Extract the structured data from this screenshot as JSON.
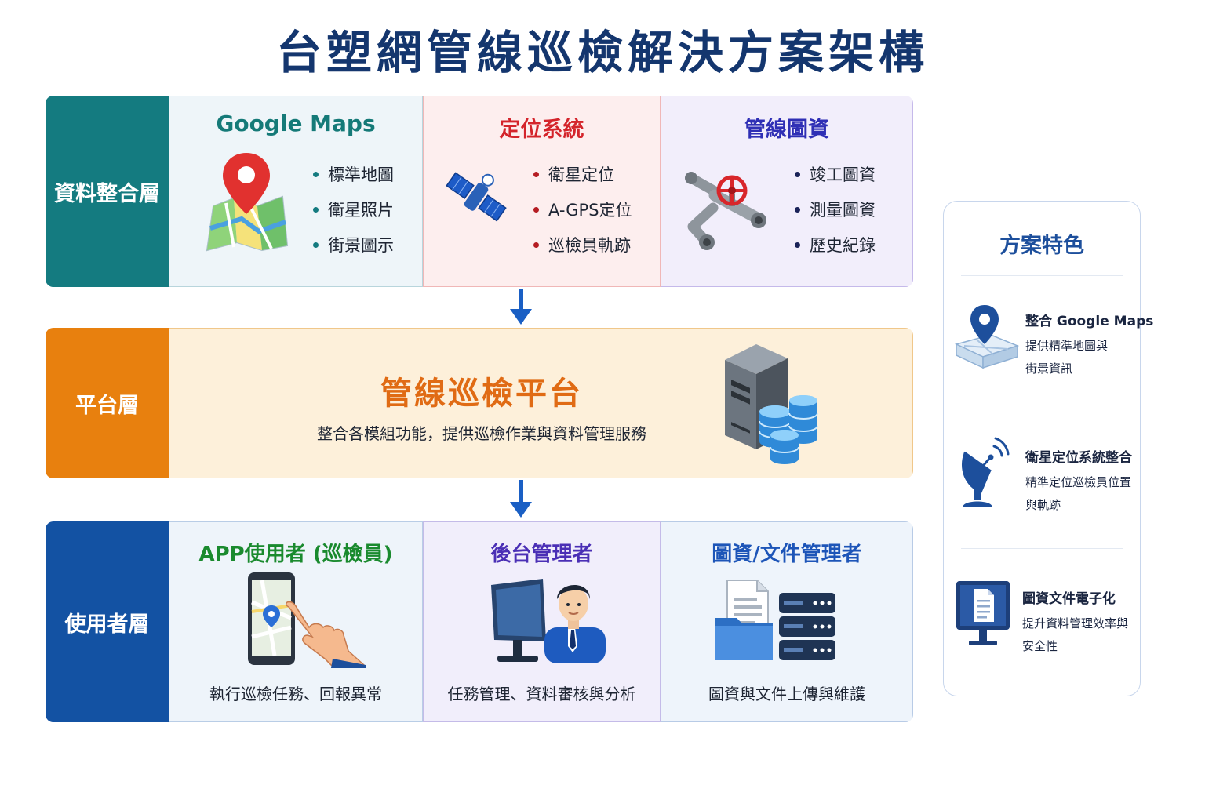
{
  "title": "台塑網管線巡檢解決方案架構",
  "layers": {
    "data": {
      "label": "資料整合層",
      "color": "#147b80",
      "panels": [
        {
          "title": "Google Maps",
          "icon": "map-pin-icon",
          "items": [
            "標準地圖",
            "衛星照片",
            "街景圖示"
          ]
        },
        {
          "title": "定位系統",
          "icon": "satellite-icon",
          "items": [
            "衛星定位",
            "A-GPS定位",
            "巡檢員軌跡"
          ]
        },
        {
          "title": "管線圖資",
          "icon": "pipe-valve-icon",
          "items": [
            "竣工圖資",
            "測量圖資",
            "歷史紀錄"
          ]
        }
      ]
    },
    "platform": {
      "label": "平台層",
      "color": "#e8800e",
      "title": "管線巡檢平台",
      "desc": "整合各模組功能，提供巡檢作業與資料管理服務",
      "icon": "server-database-icon"
    },
    "user": {
      "label": "使用者層",
      "color": "#1352a3",
      "panels": [
        {
          "title": "APP使用者 (巡檢員)",
          "caption": "執行巡檢任務、回報異常",
          "icon": "smartphone-tap-icon"
        },
        {
          "title": "後台管理者",
          "caption": "任務管理、資料審核與分析",
          "icon": "admin-monitor-icon"
        },
        {
          "title": "圖資/文件管理者",
          "caption": "圖資與文件上傳與維護",
          "icon": "document-server-icon"
        }
      ]
    }
  },
  "features": {
    "title": "方案特色",
    "items": [
      {
        "title": "整合 Google Maps",
        "desc": [
          "提供精準地圖與",
          "街景資訊"
        ],
        "icon": "map-location-icon"
      },
      {
        "title": "衛星定位系統整合",
        "desc": [
          "精準定位巡檢員位置",
          "與軌跡"
        ],
        "icon": "satellite-dish-icon"
      },
      {
        "title": "圖資文件電子化",
        "desc": [
          "提升資料管理效率與",
          "安全性"
        ],
        "icon": "document-monitor-icon"
      }
    ]
  },
  "colors": {
    "title": "#14366e",
    "google_title": "#157a78",
    "gps_title": "#d4242b",
    "pipe_title": "#2f2fb5",
    "platform_title": "#e06b14",
    "app_title": "#1a8a2e",
    "admin_title": "#4a2fb5",
    "doc_title": "#1d55b8",
    "arrow": "#1a5fc4"
  }
}
